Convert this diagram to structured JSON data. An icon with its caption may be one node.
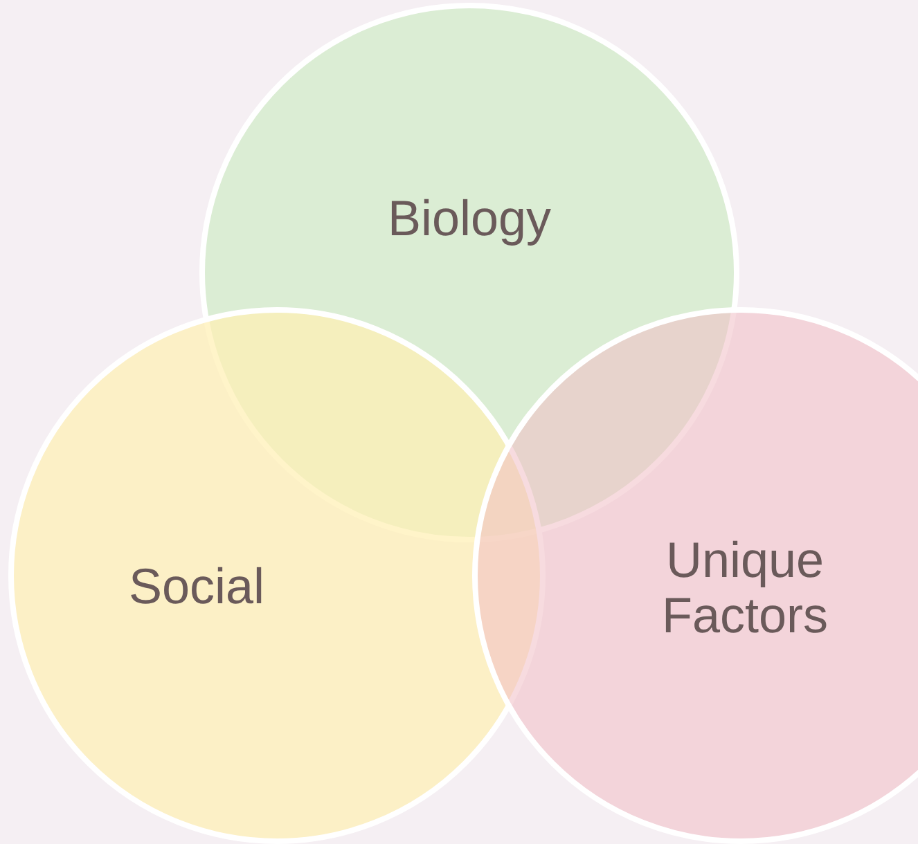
{
  "diagram": {
    "nodes": [
      {
        "text": [
          "Biology"
        ]
      },
      {
        "text": [
          "Social"
        ]
      },
      {
        "text": [
          "Unique Factors"
        ]
      }
    ]
  }
}
